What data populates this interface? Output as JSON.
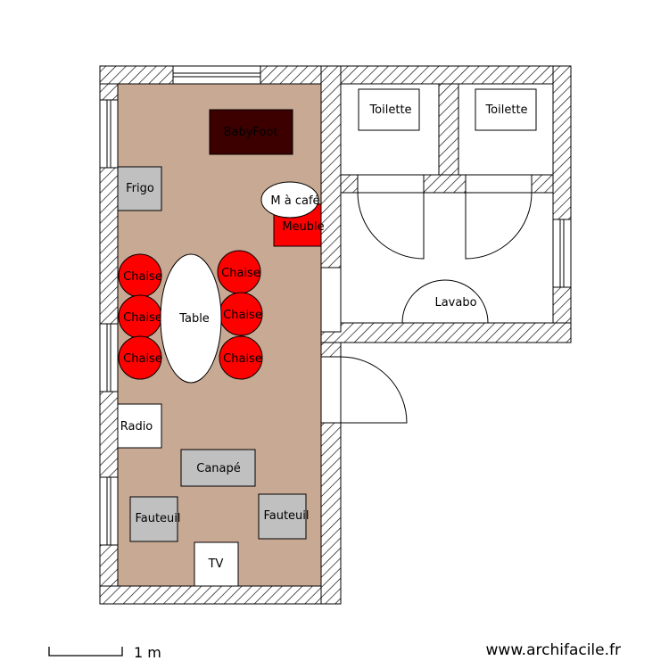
{
  "colors": {
    "living_floor": "#c8a993",
    "chair_red": "#ff0000",
    "babyfoot": "#3d0000",
    "grey_furniture": "#c0c0c0",
    "wall_hatch": "#000000"
  },
  "furniture": {
    "babyfoot": "BabyFoot",
    "frigo": "Frigo",
    "machine_cafe": "M à café",
    "meuble": "Meuble",
    "chaise": "Chaise",
    "table": "Table",
    "radio": "Radio",
    "canape": "Canapé",
    "fauteuil": "Fauteuil",
    "tv": "TV"
  },
  "bathroom": {
    "toilette": "Toilette",
    "lavabo": "Lavabo"
  },
  "scale": {
    "label": "1 m"
  },
  "footer": {
    "watermark": "www.archifacile.fr"
  }
}
